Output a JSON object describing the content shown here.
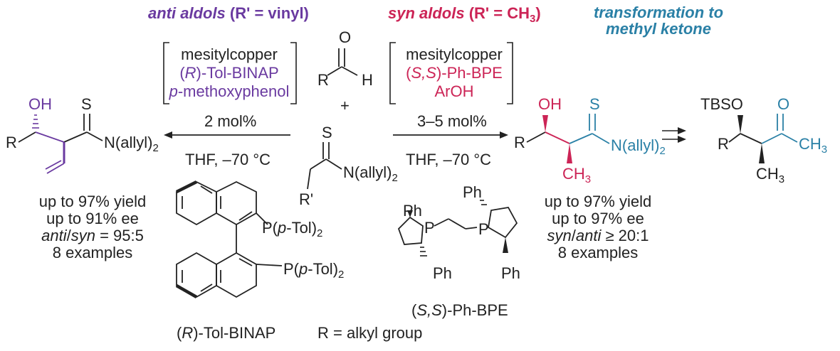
{
  "headers": {
    "anti_prefix": "anti aldols",
    "anti_suffix": " (R' = vinyl)",
    "syn_prefix": "syn aldols",
    "syn_suffix": " (R' = CH",
    "syn_sub": "3",
    "syn_close": ")",
    "transform_line1": "transformation to",
    "transform_line2": "methyl ketone"
  },
  "left_conditions": {
    "line1": "mesitylcopper",
    "line2_a": "(",
    "line2_b": "R",
    "line2_c": ")-Tol-BINAP",
    "line3_a": "p",
    "line3_b": "-methoxyphenol",
    "loading": "2 mol%",
    "solvent": "THF, –70 °C"
  },
  "right_conditions": {
    "line1": "mesitylcopper",
    "line2_a": "(",
    "line2_b": "S,S",
    "line2_c": ")-Ph-BPE",
    "line3": "ArOH",
    "loading": "3–5 mol%",
    "solvent": "THF, –70 °C"
  },
  "reagents": {
    "aldehyde_O": "O",
    "aldehyde_R": "R",
    "aldehyde_H": "H",
    "plus": "+",
    "thioamide_S": "S",
    "thioamide_N": "N(allyl)",
    "thioamide_N_sub": "2",
    "thioamide_R": "R'"
  },
  "anti_product": {
    "OH": "OH",
    "R": "R",
    "S": "S",
    "N": "N(allyl)",
    "N_sub": "2"
  },
  "syn_product": {
    "OH": "OH",
    "R": "R",
    "S": "S",
    "N": "N(allyl)",
    "N_sub": "2",
    "CH3": "CH",
    "CH3_sub": "3"
  },
  "ketone_product": {
    "TBSO": "TBSO",
    "R": "R",
    "O": "O",
    "CH3_right": "CH",
    "CH3_right_sub": "3",
    "CH3_bottom": "CH",
    "CH3_bottom_sub": "3"
  },
  "left_stats": {
    "yield": "up to 97% yield",
    "ee": "up to 91% ee",
    "ratio_a": "anti",
    "ratio_b": "/",
    "ratio_c": "syn",
    "ratio_d": " = 95:5",
    "examples": "8 examples"
  },
  "right_stats": {
    "yield": "up to 97% yield",
    "ee": "up to 97% ee",
    "ratio_a": "syn",
    "ratio_b": "/",
    "ratio_c": "anti",
    "ratio_d": " ≥ 20:1",
    "examples": "8 examples"
  },
  "binap": {
    "P1": "P(",
    "P1_it": "p",
    "P1_end": "-Tol)",
    "P1_sub": "2",
    "P2": "P(",
    "P2_it": "p",
    "P2_end": "-Tol)",
    "P2_sub": "2",
    "label_a": "(",
    "label_b": "R",
    "label_c": ")-Tol-BINAP"
  },
  "bpe": {
    "Ph_tl": "Ph",
    "Ph_bl": "Ph",
    "Ph_tr": "Ph",
    "Ph_br": "Ph",
    "P_left": "P",
    "P_right": "P",
    "label_a": "(",
    "label_b": "S,S",
    "label_c": ")-Ph-BPE"
  },
  "footnote": "R = alkyl group",
  "colors": {
    "anti": "#6a3aa0",
    "syn": "#cc2456",
    "ketone": "#2a80a6",
    "ink": "#222222"
  }
}
